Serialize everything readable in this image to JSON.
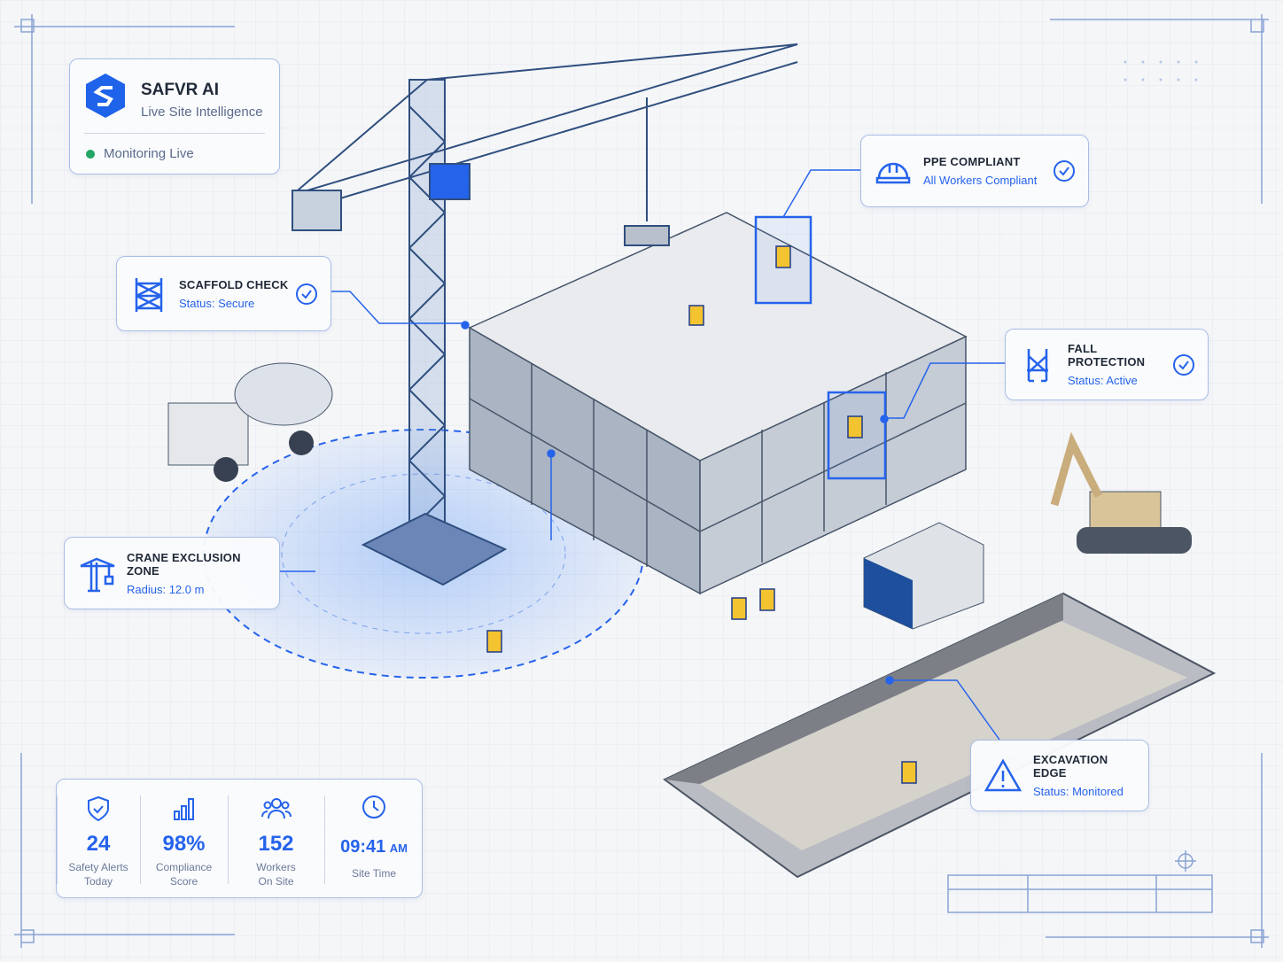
{
  "brand": {
    "name": "SAFVR AI",
    "tagline": "Live Site Intelligence",
    "status": "Monitoring Live",
    "status_color": "#22a565",
    "accent": "#2563eb"
  },
  "callouts": {
    "ppe": {
      "title": "PPE COMPLIANT",
      "status": "All Workers Compliant",
      "icon": "hard-hat-icon"
    },
    "scaffold": {
      "title": "SCAFFOLD CHECK",
      "status": "Status: Secure",
      "icon": "scaffold-icon"
    },
    "fall": {
      "title": "FALL PROTECTION",
      "status": "Status: Active",
      "icon": "harness-icon"
    },
    "crane": {
      "title": "CRANE EXCLUSION ZONE",
      "status": "Radius: 12.0 m",
      "icon": "crane-icon"
    },
    "excavation": {
      "title": "EXCAVATION EDGE",
      "status": "Status: Monitored",
      "icon": "warning-icon"
    }
  },
  "stats": [
    {
      "value": "24",
      "label1": "Safety Alerts",
      "label2": "Today",
      "icon": "shield-check-icon"
    },
    {
      "value": "98%",
      "label1": "Compliance",
      "label2": "Score",
      "icon": "bar-chart-icon"
    },
    {
      "value": "152",
      "label1": "Workers",
      "label2": "On Site",
      "icon": "users-icon"
    },
    {
      "value": "09:41",
      "suffix": "AM",
      "label1": "Site Time",
      "icon": "clock-icon"
    }
  ]
}
